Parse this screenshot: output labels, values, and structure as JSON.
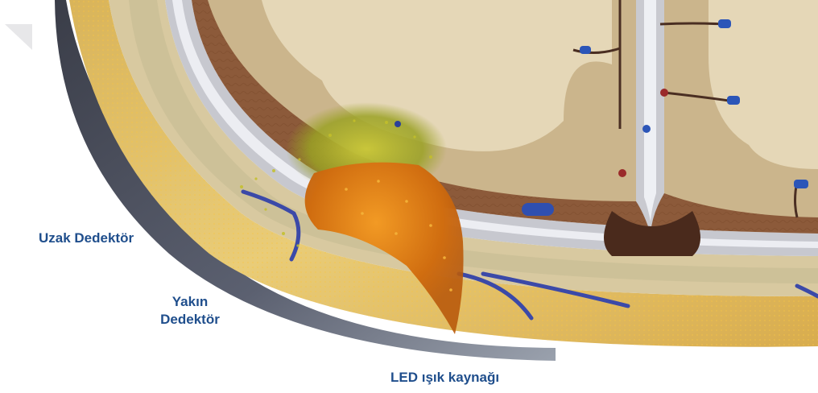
{
  "labels": {
    "far_detector": "Uzak Dedektör",
    "near_detector_line1": "Yakın",
    "near_detector_line2": "Dedektör",
    "led_source": "LED ışık kaynağı"
  },
  "colors": {
    "label_text": "#1f4e8c",
    "skin_outer": "#e7cf96",
    "skull_bone": "#d8c9a0",
    "membrane": "#c9c9cf",
    "brain_tissue": "#d4bf95",
    "brain_inner": "#e6d8b8",
    "vessels": "#3b49a8",
    "light_spread_yellow": "#b7c12a",
    "light_spread_orange": "#e08a1c",
    "probe_dark": "#2b2b33"
  },
  "icons": {
    "corner_mark": "gray-triangle-icon"
  }
}
